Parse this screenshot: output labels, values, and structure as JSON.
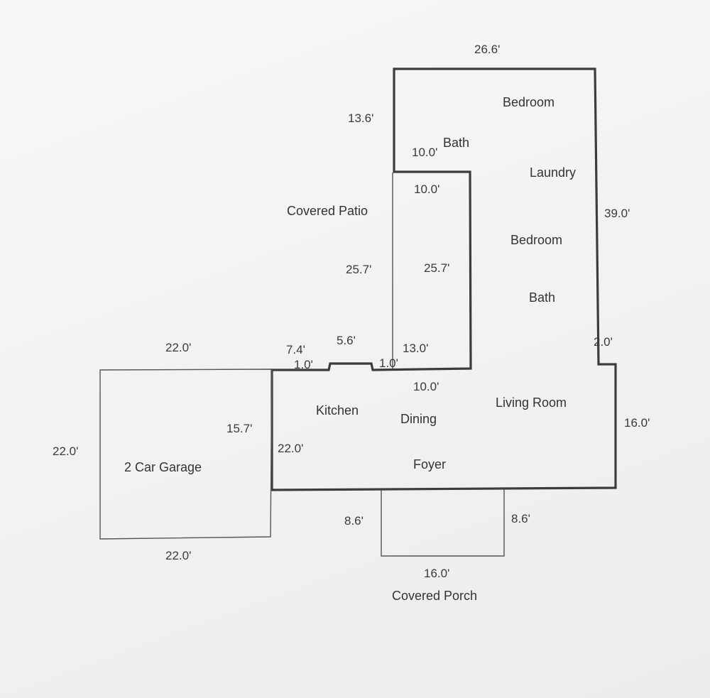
{
  "rooms": {
    "bedroom_1": "Bedroom",
    "bath_1": "Bath",
    "laundry": "Laundry",
    "bedroom_2": "Bedroom",
    "bath_2": "Bath",
    "covered_patio": "Covered Patio",
    "kitchen": "Kitchen",
    "dining": "Dining",
    "living_room": "Living Room",
    "foyer": "Foyer",
    "garage": "2 Car Garage",
    "covered_porch": "Covered Porch"
  },
  "dimensions": {
    "top_width": "26.6'",
    "upper_left_height": "13.6'",
    "upper_notch_width": "10.0'",
    "patio_top": "10.0'",
    "right_side": "39.0'",
    "patio_left": "25.7'",
    "patio_right": "25.7'",
    "right_step": "2.0'",
    "patio_bottom_right": "13.0'",
    "patio_bottom": "10.0'",
    "kitchen_bump": "5.6'",
    "kitchen_step_left": "7.4'",
    "kitchen_jog_left": "1.0'",
    "kitchen_jog_right": "1.0'",
    "garage_top": "22.0'",
    "garage_left": "22.0'",
    "garage_right": "15.7'",
    "garage_bottom": "22.0'",
    "main_left": "22.0'",
    "main_right": "16.0'",
    "porch_left": "8.6'",
    "porch_right": "8.6'",
    "porch_bottom": "16.0'"
  },
  "colors": {
    "wall": "#3c3c3c",
    "outline": "#555555",
    "text": "#3a3a3a"
  }
}
